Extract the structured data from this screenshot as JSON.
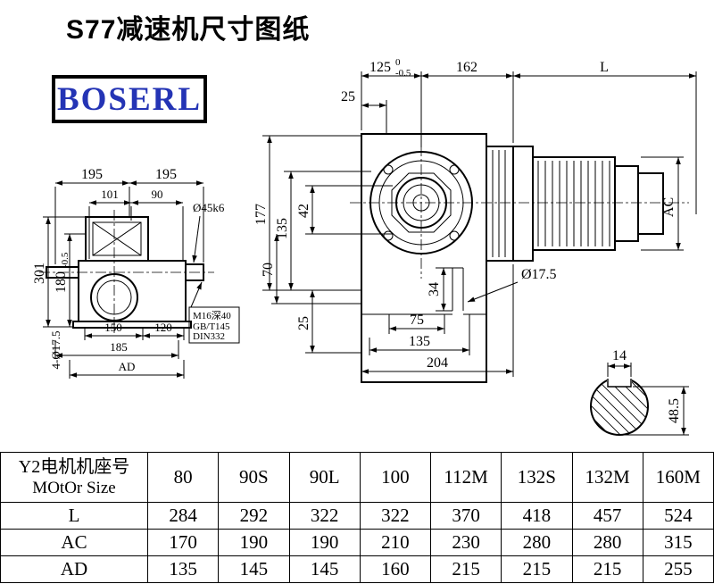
{
  "page": {
    "title": "S77减速机尺寸图纸",
    "logo_text": "BOSERL",
    "colors": {
      "logo_blue": "#2434b5",
      "line_black": "#000000",
      "background": "#ffffff"
    }
  },
  "front_view": {
    "dim_125": "125",
    "dim_125_tol_upper": "0",
    "dim_125_tol_lower": "-0.5",
    "dim_162": "162",
    "dim_L": "L",
    "dim_25_top": "25",
    "dim_177": "177",
    "dim_135_left": "135",
    "dim_42": "42",
    "dim_70": "70",
    "dim_25_left": "25",
    "dim_34": "34",
    "dim_hole": "Ø17.5",
    "dim_75": "75",
    "dim_135_bottom": "135",
    "dim_204": "204",
    "dim_AC": "AC"
  },
  "side_view": {
    "dim_195_left": "195",
    "dim_195_right": "195",
    "dim_101": "101",
    "dim_90": "90",
    "dim_301": "301",
    "dim_180": "180",
    "dim_180_tol": "-0.5",
    "dim_bolt_holes": "4-Ø17.5",
    "dim_shaft": "Ø45k6",
    "dim_150": "150",
    "dim_120": "120",
    "dim_185": "185",
    "dim_AD": "AD",
    "note_line1": "M16深40",
    "note_line2": "GB/T145",
    "note_line3": "DIN332"
  },
  "shaft_section": {
    "dim_key_width": "14",
    "dim_key_depth": "48.5"
  },
  "motor_table": {
    "frame_label_cn": "Y2电机机座号",
    "frame_label_en": "MOtOr Size",
    "sizes": [
      "80",
      "90S",
      "90L",
      "100",
      "112M",
      "132S",
      "132M",
      "160M"
    ],
    "rows": [
      {
        "label": "L",
        "values": [
          "284",
          "292",
          "322",
          "322",
          "370",
          "418",
          "457",
          "524"
        ]
      },
      {
        "label": "AC",
        "values": [
          "170",
          "190",
          "190",
          "210",
          "230",
          "280",
          "280",
          "315"
        ]
      },
      {
        "label": "AD",
        "values": [
          "135",
          "145",
          "145",
          "160",
          "215",
          "215",
          "215",
          "255"
        ]
      }
    ]
  }
}
